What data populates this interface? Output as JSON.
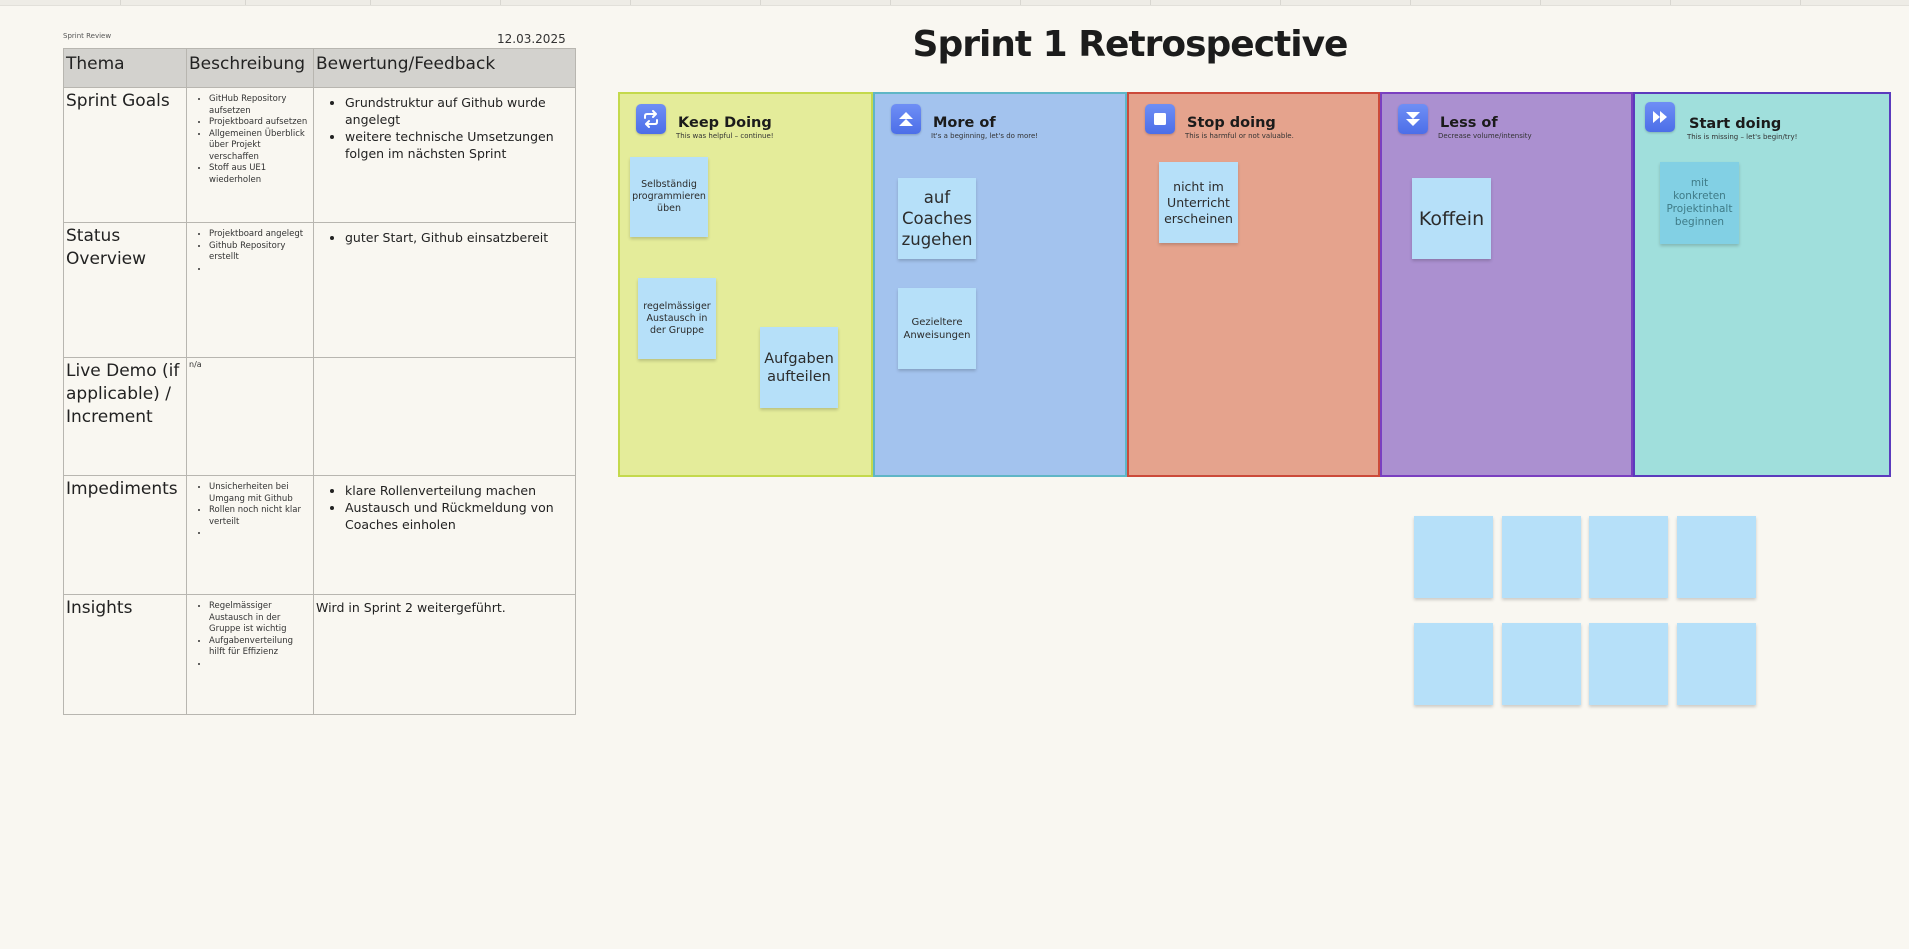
{
  "review": {
    "caption": "Sprint Review",
    "date": "12.03.2025",
    "headers": [
      "Thema",
      "Beschreibung",
      "Bewertung/Feedback"
    ],
    "rows": [
      {
        "topic": "Sprint Goals",
        "desc": [
          "GitHub Repository aufsetzen",
          "Projektboard aufsetzen",
          "Allgemeinen Überblick über Projekt verschaffen",
          "Stoff aus UE1 wiederholen"
        ],
        "feedback": [
          "Grundstruktur auf Github wurde angelegt",
          "weitere technische Umsetzungen folgen im nächsten Sprint"
        ]
      },
      {
        "topic": "Status Overview",
        "desc": [
          "Projektboard angelegt",
          "Github Repository erstellt",
          ""
        ],
        "feedback": [
          "guter Start, Github einsatzbereit"
        ]
      },
      {
        "topic": "Live Demo (if applicable) / Increment",
        "desc_text": "n/a"
      },
      {
        "topic": "Impediments",
        "desc": [
          "Unsicherheiten bei Umgang mit Github",
          "Rollen noch nicht klar verteilt",
          ""
        ],
        "feedback": [
          "klare Rollenverteilung machen",
          "Austausch und Rückmeldung von Coaches einholen"
        ]
      },
      {
        "topic": "Insights",
        "desc": [
          "Regelmässiger Austausch in der Gruppe ist wichtig",
          "Aufgabenverteilung hilft für Effizienz",
          ""
        ],
        "feedback_text": "Wird in Sprint 2 weitergeführt."
      }
    ]
  },
  "board": {
    "title": "Sprint 1 Retrospective",
    "columns": [
      {
        "name": "Keep Doing",
        "subtitle": "This was helpful – continue!",
        "icon": "repeat-icon",
        "color": "#e4ec9a",
        "border": "#c4d94c"
      },
      {
        "name": "More of",
        "subtitle": "It's a beginning, let's do more!",
        "icon": "double-chevron-up-icon",
        "color": "#a3c3ee",
        "border": "#5fb6c6"
      },
      {
        "name": "Stop doing",
        "subtitle": "This is harmful or not valuable.",
        "icon": "stop-square-icon",
        "color": "#e5a38d",
        "border": "#cc4a3a"
      },
      {
        "name": "Less of",
        "subtitle": "Decrease volume/intensity",
        "icon": "double-chevron-down-icon",
        "color": "#ab90d0",
        "border": "#7a3fc0"
      },
      {
        "name": "Start doing",
        "subtitle": "This is missing – let's begin/try!",
        "icon": "fast-forward-icon",
        "color": "#a0dfdc",
        "border": "#5b3bbd"
      }
    ],
    "notes": {
      "n1": "Selbständig programmieren üben",
      "n2": "regelmässiger Austausch in der Gruppe",
      "n3": "Aufgaben aufteilen",
      "n4": "auf Coaches zugehen",
      "n5": "Gezieltere Anweisungen",
      "n6": "nicht im Unterricht erscheinen",
      "n7": "Koffein",
      "n8": "mit konkreten Projektinhalt beginnen"
    },
    "note_color": "#b6e0f9"
  }
}
